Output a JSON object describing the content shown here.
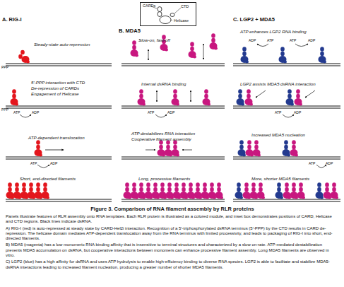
{
  "diagram": {
    "caption": "Figure 3. Comparison of RNA filament assembly by RLR proteins",
    "nodes": [
      {
        "text": [
          "CARDs",
          "CTD",
          "Helicase"
        ]
      }
    ],
    "labels": [
      "A. RIG-I",
      "B. MDA5",
      "C. LGP2 + MDA5",
      "Steady-state auto-repression",
      "PPP",
      "5'-PPP interaction with CTD",
      "De-repression of CARDs",
      "Engagement of Helicase",
      "PPP",
      "ATP",
      "ADP",
      "ATP-dependent translocation",
      "ATP",
      "ADP",
      "Short, end-directed filaments",
      "Slow-on, fast-off",
      "Internal dsRNA binding",
      "ATP",
      "ADP",
      "ATP destabilizes RNA interaction",
      "Cooperative filament assembly",
      "Long, processive filaments",
      "ATP enhances LGP2 RNA binding",
      "ADP",
      "ATP",
      "ATP",
      "ADP",
      "LGP2 assists MDA5 dsRNA interaction",
      "ATP",
      "ADP",
      "Increased MDA5 nucleation",
      "ATP",
      "ADP",
      "More, shorter MDA5 filaments",
      "Panels illustrate features of RLR assembly onto RNA templates. Each RLR protein is illustrated as a colored module, and inset box demonstrates positions of CARD, Helicase and CTD regions. Black lines indicate dsRNA.",
      "A) RIG-I (red) is auto-repressed at steady state by CARD-Hel2i interaction. Recognition of a 5'-triphosphorylated dsRNA terminus (5'-PPP) by the CTD results in CARD de-repression. The helicase domain mediates ATP-dependent translocation away from the RNA terminus with limited processivity, and leads to packaging of RIG-I into short, end-directed filaments.",
      "B) MDA5 (magenta) has a low monomeric RNA binding affinity that is insensitive to terminal structures and characterized by a slow on-rate. ATP-mediated destabilization prevents MDA5 accumulation on dsRNA, but cooperative interactions between monomers can enhance processive filament assembly. Long MDA5 filaments are observed in vitro.",
      "C) LGP2 (blue) has a high affinity for dsRNA and uses ATP hydrolysis to enable high-efficiency binding to diverse RNA species. LGP2 is able to facilitate and stabilize MDA5-dsRNA interactions leading to increased filament nucleation, producing a greater number of shorter MDA5 filaments."
    ]
  }
}
